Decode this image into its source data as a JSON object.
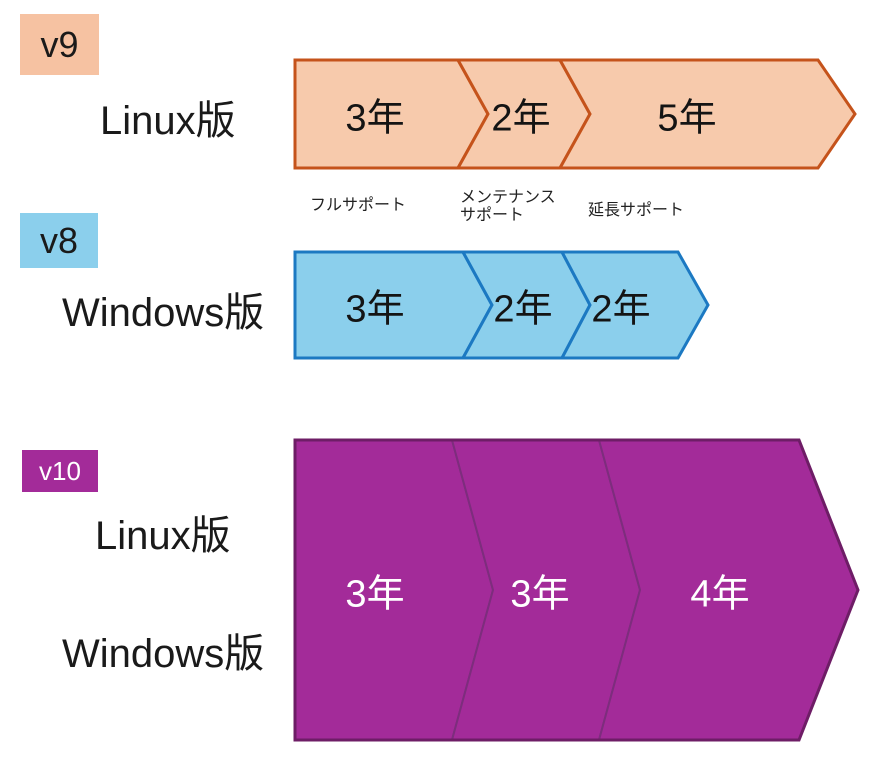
{
  "colors": {
    "v9_badge_bg": "#F6C2A2",
    "v9_segment_fill": "#F7CAAC",
    "v9_segment_border": "#C5531B",
    "v8_badge_bg": "#8BCFEC",
    "v8_segment_fill": "#8BCFEC",
    "v8_segment_border": "#1C79C2",
    "v10_badge_bg": "#A32B99",
    "v10_segment_fill": "#A32B99",
    "v10_outer_border": "#6E1D66",
    "v10_divider": "#7D2D7D",
    "text_dark": "#1a1a1a",
    "text_white": "#ffffff",
    "background": "#ffffff"
  },
  "sections": {
    "v9": {
      "badge_label": "v9",
      "platform": "Linux版",
      "segments": [
        {
          "duration": "3年"
        },
        {
          "duration": "2年"
        },
        {
          "duration": "5年"
        }
      ],
      "phase_labels": {
        "full": "フルサポート",
        "maintenance_line1": "メンテナンス",
        "maintenance_line2": "サポート",
        "extended": "延長サポート"
      }
    },
    "v8": {
      "badge_label": "v8",
      "platform": "Windows版",
      "segments": [
        {
          "duration": "3年"
        },
        {
          "duration": "2年"
        },
        {
          "duration": "2年"
        }
      ]
    },
    "v10": {
      "badge_label": "v10",
      "platforms": [
        "Linux版",
        "Windows版"
      ],
      "segments": [
        {
          "duration": "3年"
        },
        {
          "duration": "3年"
        },
        {
          "duration": "4年"
        }
      ]
    }
  },
  "chart_data": {
    "type": "timeline",
    "unit": "年",
    "phases": [
      "フルサポート",
      "メンテナンスサポート",
      "延長サポート"
    ],
    "series": [
      {
        "name": "v9 Linux版",
        "values": [
          3,
          2,
          5
        ]
      },
      {
        "name": "v8 Windows版",
        "values": [
          3,
          2,
          2
        ]
      },
      {
        "name": "v10 Linux版 / Windows版",
        "values": [
          3,
          3,
          4
        ]
      }
    ]
  }
}
